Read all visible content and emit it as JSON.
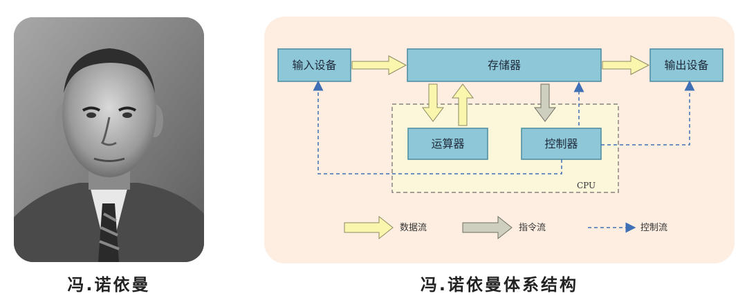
{
  "captions": {
    "portrait": "冯.诺依曼",
    "diagram": "冯.诺依曼体系结构"
  },
  "diagram": {
    "nodes": {
      "input": "输入设备",
      "memory": "存储器",
      "output": "输出设备",
      "alu": "运算器",
      "control": "控制器",
      "cpu": "CPU"
    },
    "legend": {
      "data_flow": "数据流",
      "instruction_flow": "指令流",
      "control_flow": "控制流"
    },
    "colors": {
      "box_fill": "#8ec8d8",
      "box_stroke": "#4a8aa0",
      "data_arrow": "#fbf6ad",
      "instruction_arrow": "#cfcfc0",
      "control_line": "#3f6fb5",
      "card_background": "#fdeee1",
      "cpu_fill": "#fcf6db"
    }
  }
}
